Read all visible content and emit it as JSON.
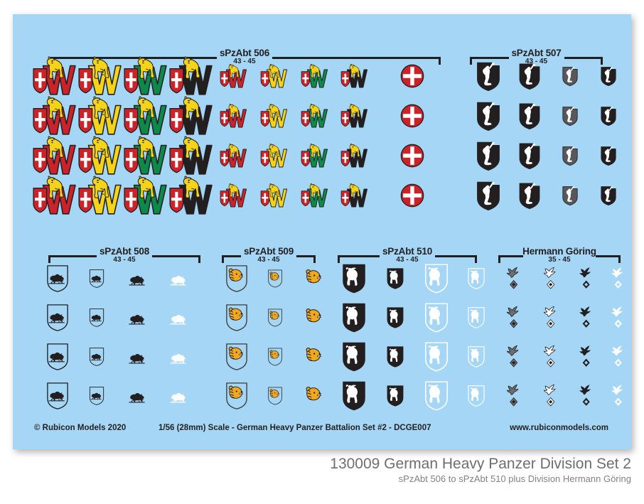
{
  "sheet": {
    "background_color": "#a5d6f5",
    "sections": [
      {
        "id": "spzabt506",
        "title": "sPzAbt 506",
        "years": "43 - 45"
      },
      {
        "id": "spzabt507",
        "title": "sPzAbt 507",
        "years": "43 - 45"
      },
      {
        "id": "spzabt508",
        "title": "sPzAbt 508",
        "years": "43 - 45"
      },
      {
        "id": "spzabt509",
        "title": "sPzAbt 509",
        "years": "43 - 45"
      },
      {
        "id": "spzabt510",
        "title": "sPzAbt 510",
        "years": "43 - 45"
      },
      {
        "id": "hermann-goring",
        "title": "Hermann Göring",
        "years": "35 - 45"
      }
    ]
  },
  "footer": {
    "copyright": "© Rubicon Models 2020",
    "scale_line": "1/56 (28mm) Scale - German Heavy Panzer Battalion Set #2 - DCGE007",
    "website": "www.rubiconmodels.com"
  },
  "caption": {
    "product_code": "130009",
    "title": "130009  German Heavy Panzer Division Set 2",
    "subtitle": "sPzAbt 506 to sPzAbt 510 plus Division Hermann Göring"
  },
  "colors": {
    "sheet_blue": "#a5d6f5",
    "ink_black": "#231f20",
    "tiger_yellow": "#f5d316",
    "decal_red": "#cc2229",
    "decal_green": "#0d8a4a",
    "decal_white": "#ffffff",
    "tiger_head_orange": "#f0a81e",
    "caption_grey": "#808285"
  },
  "decals": {
    "spzabt506": {
      "rows": 4,
      "variants": [
        {
          "name": "w-tiger-red-large",
          "letter_color": "#cc2229",
          "size": "large"
        },
        {
          "name": "w-tiger-yellow-large",
          "letter_color": "#f5d316",
          "size": "large"
        },
        {
          "name": "w-tiger-green-large",
          "letter_color": "#0d8a4a",
          "size": "large"
        },
        {
          "name": "w-tiger-black-large",
          "letter_color": "#231f20",
          "size": "large"
        },
        {
          "name": "w-tiger-red-small",
          "letter_color": "#cc2229",
          "size": "small"
        },
        {
          "name": "w-tiger-yellow-small",
          "letter_color": "#f5d316",
          "size": "small"
        },
        {
          "name": "w-tiger-green-small",
          "letter_color": "#0d8a4a",
          "size": "small"
        },
        {
          "name": "w-tiger-black-small",
          "letter_color": "#231f20",
          "size": "small"
        },
        {
          "name": "red-cross-roundel",
          "letter_color": "#cc2229",
          "size": "roundel"
        }
      ]
    },
    "spzabt507": {
      "rows": 4,
      "variants": [
        {
          "name": "knight-shield-black-large",
          "size": "large"
        },
        {
          "name": "knight-shield-black-medium",
          "size": "medium"
        },
        {
          "name": "knight-shield-grey-small",
          "size": "small"
        },
        {
          "name": "knight-shield-black-small",
          "size": "xsmall"
        }
      ]
    },
    "spzabt508": {
      "rows": 4,
      "variants": [
        {
          "name": "bison-shield-outline-large",
          "size": "large"
        },
        {
          "name": "bison-shield-outline-small",
          "size": "small"
        },
        {
          "name": "bison-black-silhouette",
          "size": "medium"
        },
        {
          "name": "bison-white-silhouette",
          "size": "medium"
        }
      ]
    },
    "spzabt509": {
      "rows": 4,
      "variants": [
        {
          "name": "tigerhead-shield-large",
          "size": "large"
        },
        {
          "name": "tigerhead-shield-small",
          "size": "small"
        },
        {
          "name": "tigerhead-plain",
          "size": "medium"
        }
      ]
    },
    "spzabt510": {
      "rows": 4,
      "variants": [
        {
          "name": "bear-shield-black-large",
          "size": "large"
        },
        {
          "name": "bear-shield-black-small",
          "size": "small"
        },
        {
          "name": "bear-shield-white-large",
          "size": "large"
        },
        {
          "name": "bear-shield-white-small",
          "size": "small"
        }
      ]
    },
    "hermann_goring": {
      "rows": 4,
      "variants": [
        {
          "name": "diving-eagle-grey",
          "size": "medium"
        },
        {
          "name": "diving-eagle-white-outline",
          "size": "medium"
        },
        {
          "name": "diving-eagle-black",
          "size": "medium"
        },
        {
          "name": "diving-eagle-white",
          "size": "medium"
        }
      ]
    }
  }
}
